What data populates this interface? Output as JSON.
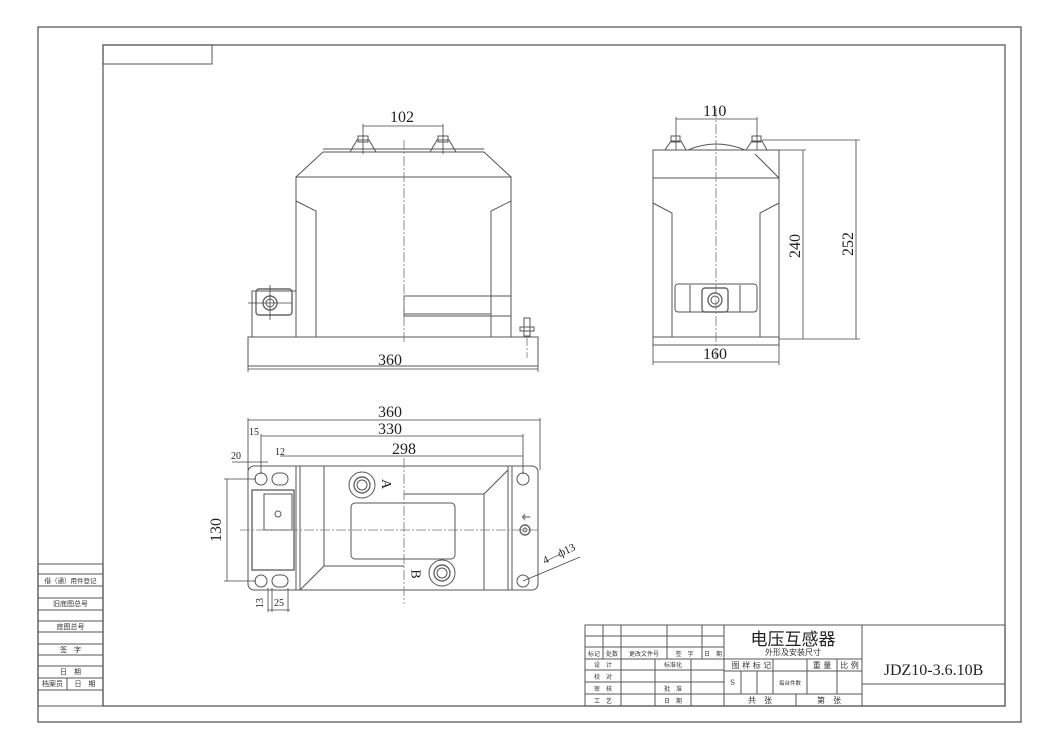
{
  "drawing": {
    "title": "电压互感器",
    "subtitle": "外形及安装尺寸",
    "drawing_number": "JDZ10-3.6.10B"
  },
  "front_view": {
    "dim_terminal_spacing": "102",
    "dim_base_width": "360"
  },
  "side_view": {
    "dim_terminal_spacing": "110",
    "dim_body_height": "240",
    "dim_total_height": "252",
    "dim_base_width": "160"
  },
  "plan_view": {
    "dim_overall_length": "360",
    "dim_hole_spacing": "330",
    "dim_body_length": "298",
    "dim_15": "15",
    "dim_20": "20",
    "dim_12": "12",
    "dim_130": "130",
    "dim_13": "13",
    "dim_25": "25",
    "terminal_a": "A",
    "terminal_b": "B",
    "mounting_holes": "4—ф13",
    "ground_symbol": "⏚"
  },
  "side_register": {
    "rows": [
      "借（通）用件登记",
      "旧底图总号",
      "底图总号",
      "签　字",
      "日　期"
    ],
    "archivist": "档案员",
    "date": "日　期"
  },
  "title_block": {
    "revision_headers": [
      "标记",
      "处数",
      "更改文件号",
      "签　字",
      "日　期"
    ],
    "roles": [
      "设　计",
      "校　对",
      "审　核",
      "工　艺"
    ],
    "roles2": [
      "标准化",
      "",
      "批　准",
      "日　期"
    ],
    "pattern_mark": "图 样 标 记",
    "weight": "重 量",
    "scale": "比 例",
    "stage_s": "S",
    "per_unit_qty": "每台件数",
    "total_sheets": "共　张",
    "sheet_no": "第　张"
  }
}
